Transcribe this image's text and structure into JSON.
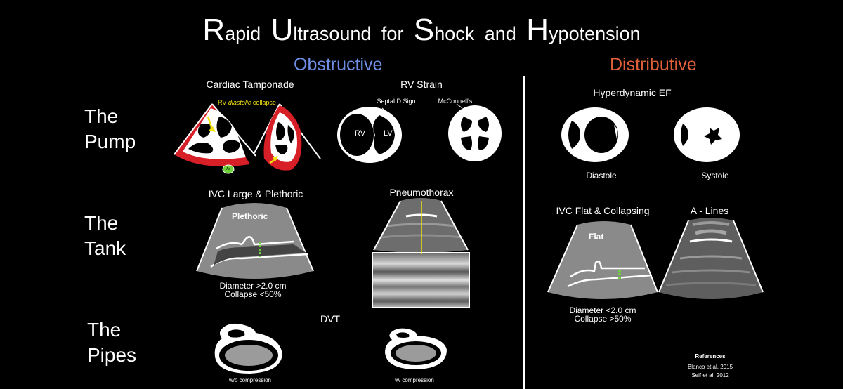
{
  "title": {
    "words": [
      {
        "cap": "R",
        "rest": "apid"
      },
      {
        "cap": "U",
        "rest": "ltrasound"
      },
      {
        "cap": "",
        "rest": "for"
      },
      {
        "cap": "S",
        "rest": "hock"
      },
      {
        "cap": "",
        "rest": "and"
      },
      {
        "cap": "H",
        "rest": "ypotension"
      }
    ]
  },
  "categories": {
    "obstructive": "Obstructive",
    "distributive": "Distributive"
  },
  "rows": {
    "pump": [
      "The",
      "Pump"
    ],
    "tank": [
      "The",
      "Tank"
    ],
    "pipes": [
      "The",
      "Pipes"
    ]
  },
  "pump": {
    "tamponade": {
      "title": "Cardiac Tamponade",
      "annotation_pre": "RV ",
      "annotation_em": "diastolic",
      "annotation_post": " collapse",
      "ao_label": "Ao"
    },
    "rv_strain": {
      "title": "RV Strain",
      "septal": "Septal D Sign",
      "mcconnell": "McConnell's",
      "rv": "RV",
      "lv": "LV"
    },
    "hyperdynamic": {
      "title": "Hyperdynamic EF",
      "diastole": "Diastole",
      "systole": "Systole"
    }
  },
  "tank": {
    "ivc_large": {
      "title": "IVC Large & Plethoric",
      "inner": "Plethoric",
      "diameter": "Diameter >2.0 cm",
      "collapse": "Collapse <50%"
    },
    "pneumothorax": {
      "title": "Pneumothorax"
    },
    "ivc_flat": {
      "title": "IVC Flat & Collapsing",
      "inner": "Flat",
      "diameter": "Diameter <2.0 cm",
      "collapse": "Collapse >50%"
    },
    "a_lines": {
      "title": "A - Lines"
    }
  },
  "pipes": {
    "dvt": {
      "title": "DVT",
      "without": "w/o compression",
      "with": "w/ compression"
    }
  },
  "references": {
    "title": "References",
    "items": [
      "Blanco et al. 2015",
      "Seif et al. 2012"
    ]
  },
  "colors": {
    "obstructive": "#6f8fe6",
    "distributive": "#e0603a",
    "effusion": "#d61f26",
    "arrow": "#f2e20c",
    "diameter_marker": "#6ed23a"
  }
}
